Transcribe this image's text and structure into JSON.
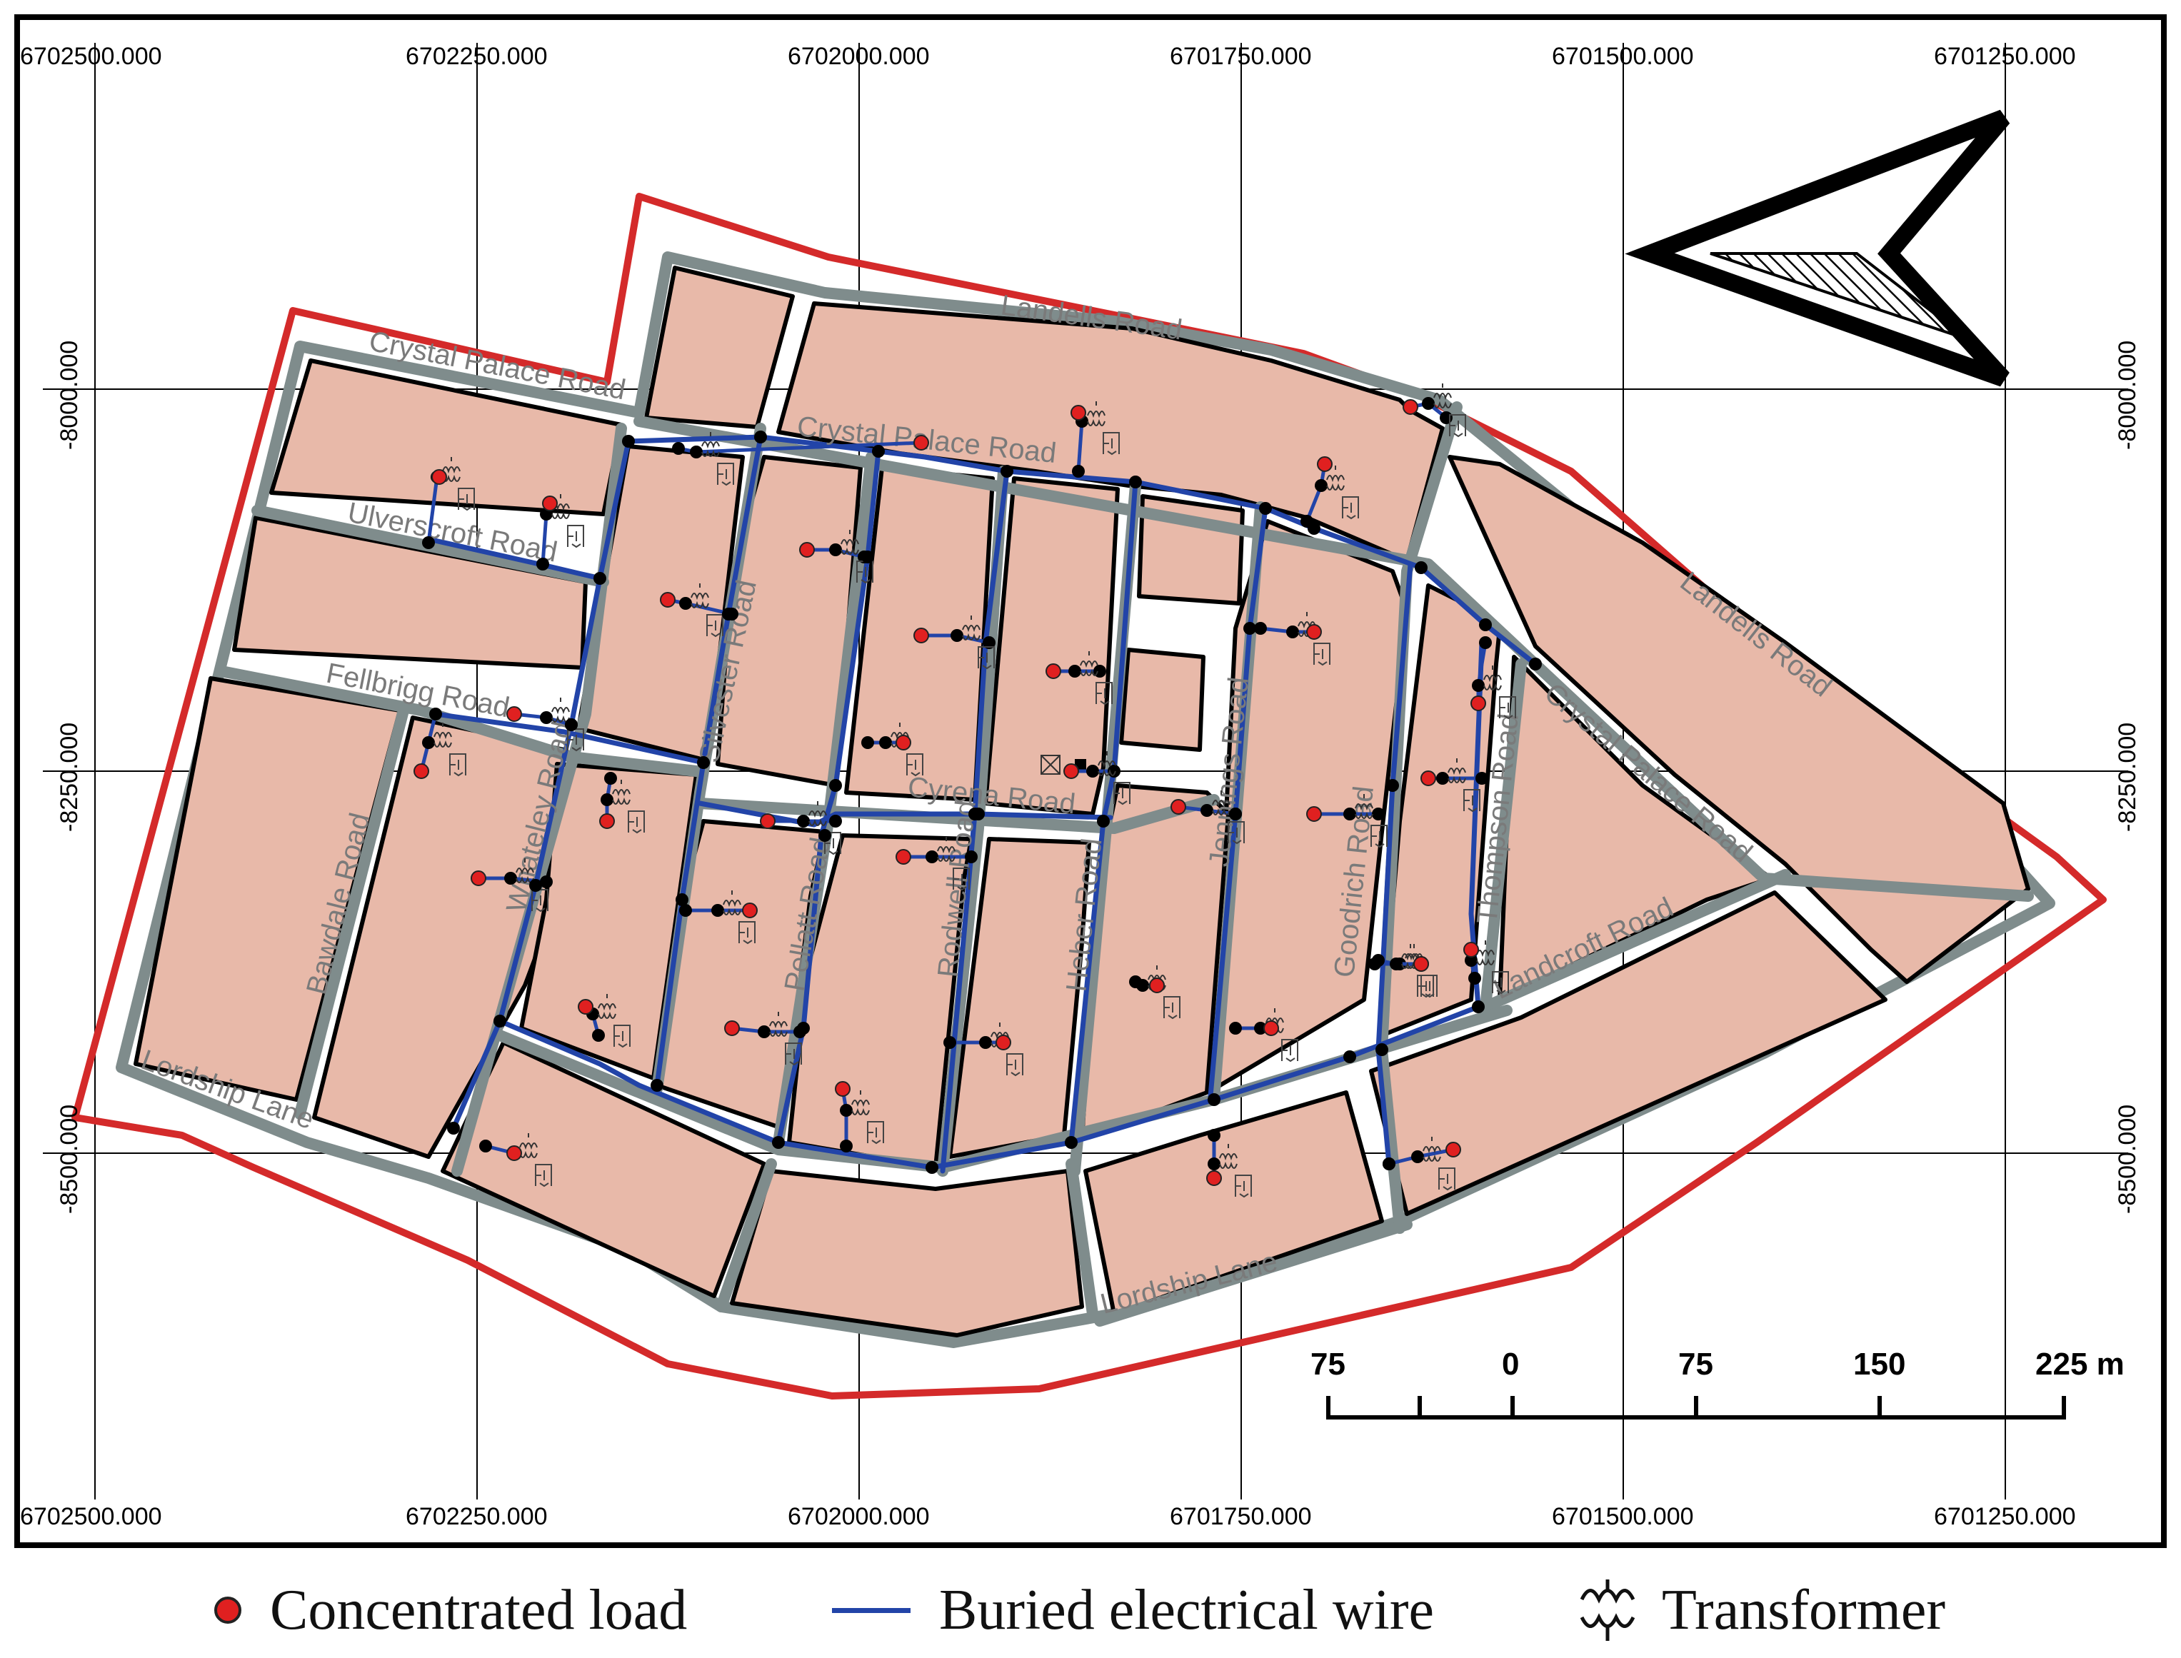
{
  "map": {
    "top_coords": [
      "6702500.000",
      "6702250.000",
      "6702000.000",
      "6701750.000",
      "6701500.000",
      "6701250.000"
    ],
    "bottom_coords": [
      "6702500.000",
      "6702250.000",
      "6702000.000",
      "6701750.000",
      "6701500.000",
      "6701250.000"
    ],
    "left_coords": [
      "-8000.000",
      "-8250.000",
      "-8500.000"
    ],
    "right_coords": [
      "-8000.000",
      "-8250.000",
      "-8500.000"
    ],
    "road_names": {
      "landells_top": "Landells Road",
      "crystal_palace_west": "Crystal Palace Road",
      "crystal_palace_mid": "Crystal Palace Road",
      "crystal_palace_east": "Crystal Palace Road",
      "landells_east": "Landells Road",
      "ulverscroft": "Ulverscroft Road",
      "fellbrigg": "Fellbrigg Road",
      "silvester": "Silvester Road",
      "whateley": "Whateley Road",
      "bawdale": "Bawdale Road",
      "lordship_west": "Lordship Lane",
      "lordship_east": "Lordship Lane",
      "cyrena": "Cyrena Road",
      "pellatt": "Pellatt Road",
      "rodwell": "Rodwell Road",
      "heber": "Heber Road",
      "jennings": "Jennings Road",
      "goodrich": "Goodrich Road",
      "thompson": "Thompson Road",
      "landcroft": "Landcroft Road"
    },
    "scale_bar": {
      "labels": [
        "75",
        "0",
        "75",
        "150",
        "225 m"
      ]
    },
    "colors": {
      "boundary": "#d42a2a",
      "road": "#7f8c8c",
      "block": "#e8b9a9",
      "wire": "#2244a8",
      "load": "#e02020"
    }
  },
  "legend": {
    "load_label": "Concentrated load",
    "wire_label": "Buried electrical wire",
    "transformer_label": "Transformer"
  }
}
